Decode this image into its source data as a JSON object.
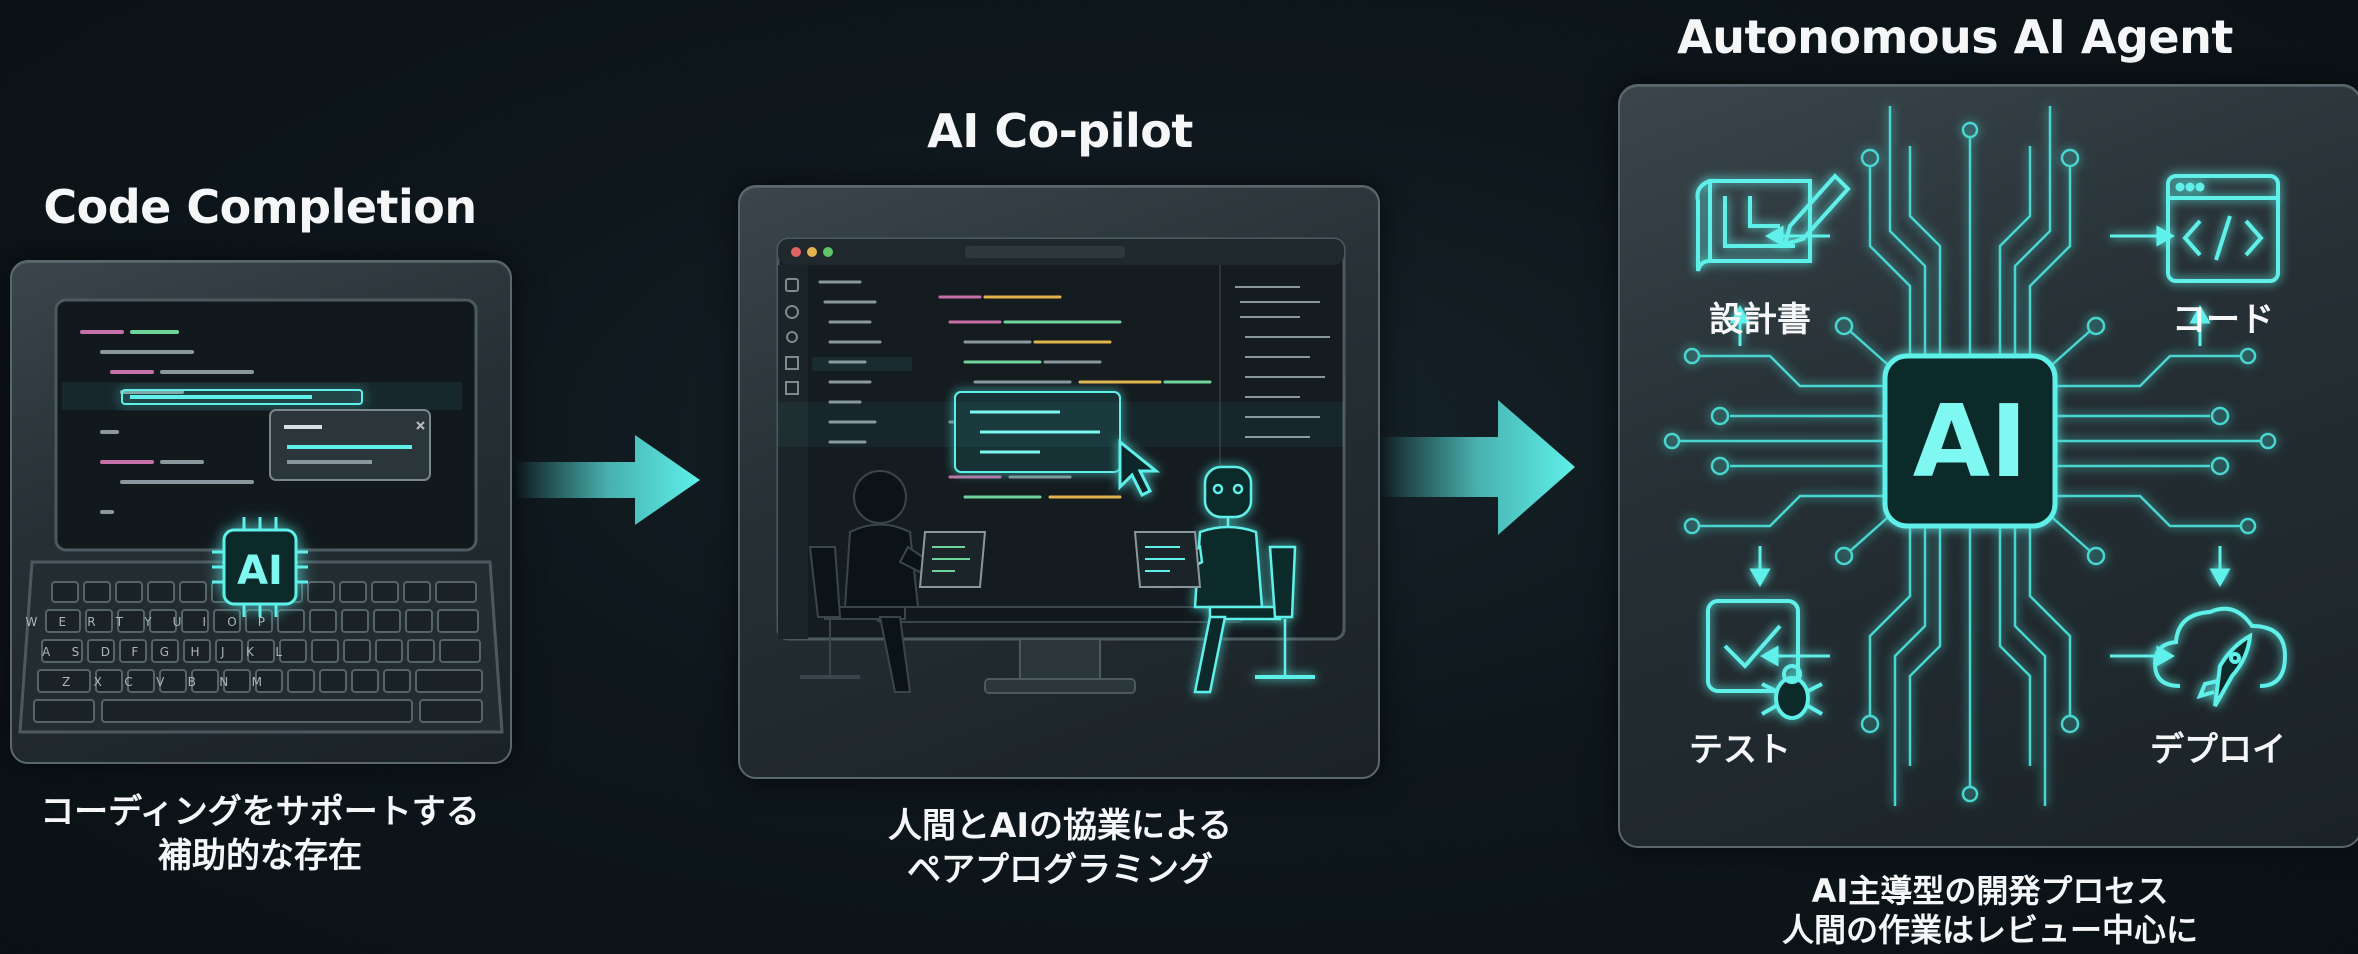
{
  "stages": [
    {
      "title": "Code Completion",
      "caption_line1": "コーディングをサポートする",
      "caption_line2": "補助的な存在",
      "chip_label": "AI",
      "keyboard_rows": [
        "QWERTYUIOP",
        "ASDFGHJKL",
        "ZXCVBNM"
      ]
    },
    {
      "title": "AI Co-pilot",
      "caption_line1": "人間とAIの協業による",
      "caption_line2": "ペアプログラミング"
    },
    {
      "title": "Autonomous AI Agent",
      "caption_line1": "AI主導型の開発プロセス",
      "caption_line2": "人間の作業はレビュー中心に",
      "chip_label": "AI",
      "tasks": {
        "design": "設計書",
        "code": "コード",
        "test": "テスト",
        "deploy": "デプロイ"
      }
    }
  ],
  "colors": {
    "accent": "#5ff0ea",
    "accent_glow": "#2fd8d0",
    "panel": "#2a3439",
    "background": "#0e171c"
  }
}
